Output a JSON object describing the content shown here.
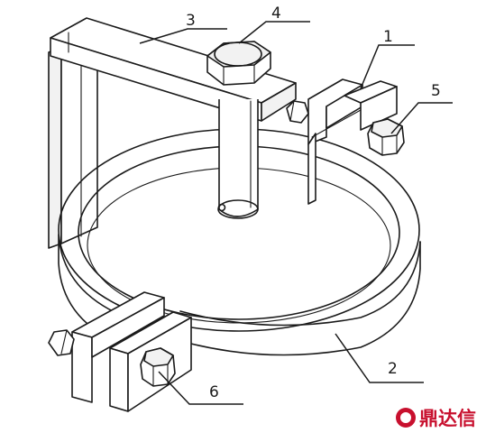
{
  "callouts": [
    {
      "id": "1",
      "text": "1"
    },
    {
      "id": "2",
      "text": "2"
    },
    {
      "id": "3",
      "text": "3"
    },
    {
      "id": "4",
      "text": "4"
    },
    {
      "id": "5",
      "text": "5"
    },
    {
      "id": "6",
      "text": "6"
    }
  ],
  "logo": {
    "text": "鼎达信",
    "color": "#c8102e"
  },
  "colors": {
    "line": "#1a1a1a",
    "background": "#ffffff"
  }
}
